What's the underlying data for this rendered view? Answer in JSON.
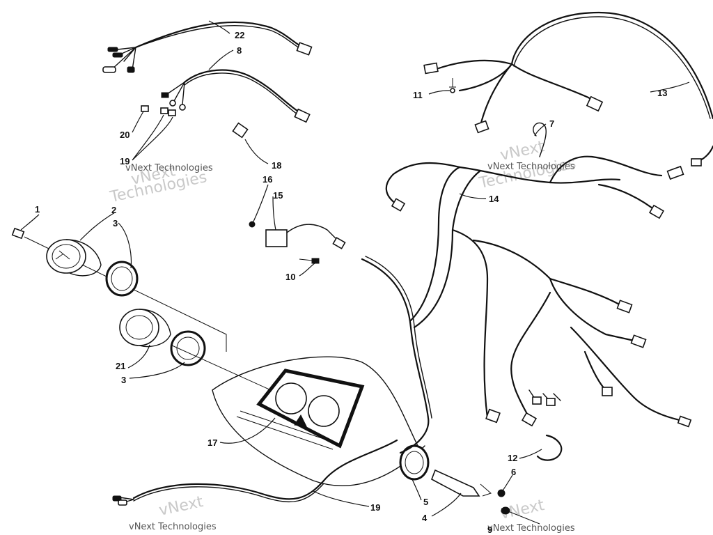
{
  "watermark": {
    "text_brand": "vNext Technologies",
    "text_top": "vNext",
    "text_bottom": "Technologies"
  },
  "callouts": {
    "c1": "1",
    "c2": "2",
    "c3a": "3",
    "c3b": "3",
    "c4": "4",
    "c5": "5",
    "c6": "6",
    "c7": "7",
    "c8": "8",
    "c9": "9",
    "c10": "10",
    "c11": "11",
    "c12": "12",
    "c13": "13",
    "c14": "14",
    "c15": "15",
    "c16": "16",
    "c17": "17",
    "c18": "18",
    "c19a": "19",
    "c19b": "19",
    "c20": "20",
    "c21": "21",
    "c22": "22"
  }
}
